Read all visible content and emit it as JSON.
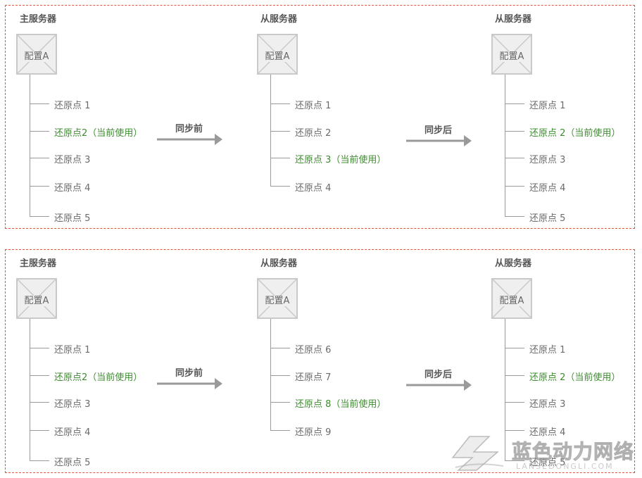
{
  "panels": [
    {
      "servers": [
        {
          "title": "主服务器",
          "config": "配置A",
          "items": [
            {
              "text": "还原点 1",
              "active": false
            },
            {
              "text": "还原点2（当前使用）",
              "active": true
            },
            {
              "text": "还原点 3",
              "active": false
            },
            {
              "text": "还原点 4",
              "active": false
            },
            {
              "text": "还原点 5",
              "active": false
            }
          ]
        },
        {
          "title": "从服务器",
          "config": "配置A",
          "items": [
            {
              "text": "还原点 1",
              "active": false
            },
            {
              "text": "还原点 2",
              "active": false
            },
            {
              "text": "还原点 3（当前使用）",
              "active": true
            },
            {
              "text": "还原点 4",
              "active": false
            }
          ]
        },
        {
          "title": "从服务器",
          "config": "配置A",
          "items": [
            {
              "text": "还原点 1",
              "active": false
            },
            {
              "text": "还原点 2（当前使用）",
              "active": true
            },
            {
              "text": "还原点 3",
              "active": false
            },
            {
              "text": "还原点 4",
              "active": false
            },
            {
              "text": "还原点 5",
              "active": false
            }
          ]
        }
      ],
      "arrows": [
        "同步前",
        "同步后"
      ]
    },
    {
      "servers": [
        {
          "title": "主服务器",
          "config": "配置A",
          "items": [
            {
              "text": "还原点 1",
              "active": false
            },
            {
              "text": "还原点2（当前使用）",
              "active": true
            },
            {
              "text": "还原点 3",
              "active": false
            },
            {
              "text": "还原点 4",
              "active": false
            },
            {
              "text": "还原点 5",
              "active": false
            }
          ]
        },
        {
          "title": "从服务器",
          "config": "配置A",
          "items": [
            {
              "text": "还原点 6",
              "active": false
            },
            {
              "text": "还原点 7",
              "active": false
            },
            {
              "text": "还原点 8（当前使用）",
              "active": true
            },
            {
              "text": "还原点 9",
              "active": false
            }
          ]
        },
        {
          "title": "从服务器",
          "config": "配置A",
          "items": [
            {
              "text": "还原点 1",
              "active": false
            },
            {
              "text": "还原点 2（当前使用）",
              "active": true
            },
            {
              "text": "还原点 3",
              "active": false
            },
            {
              "text": "还原点 4",
              "active": false
            },
            {
              "text": "还原点 5",
              "active": false
            }
          ]
        }
      ],
      "arrows": [
        "同步前",
        "同步后"
      ]
    }
  ],
  "watermark": {
    "text": "蓝色动力网络",
    "sub": "LANSEDONGLI.COM"
  },
  "colors": {
    "border": "#e0533a",
    "active": "#3d8c2f",
    "normal": "#6a6a6a",
    "arrow": "#9a9a9a"
  }
}
